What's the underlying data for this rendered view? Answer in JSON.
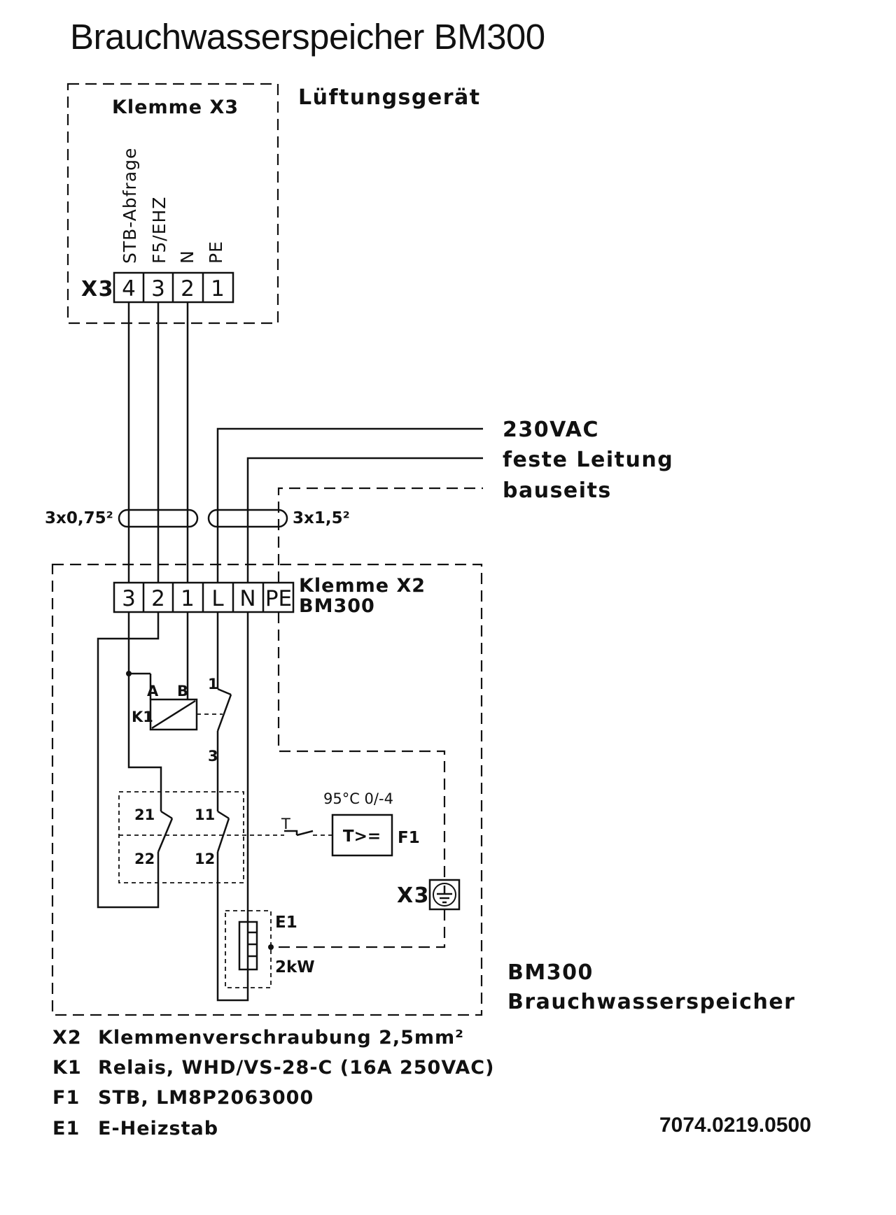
{
  "title": "Brauchwasserspeicher BM300",
  "top_unit": {
    "name": "Lüftungsgerät",
    "box_label": "Klemme X3",
    "strip_label": "X3",
    "terminals": [
      {
        "num": "4",
        "signal": "STB-Abfrage"
      },
      {
        "num": "3",
        "signal": "F5/EHZ"
      },
      {
        "num": "2",
        "signal": "N"
      },
      {
        "num": "1",
        "signal": "PE"
      }
    ]
  },
  "supply": {
    "line1": "230VAC",
    "line2": "feste Leitung",
    "line3": "bauseits"
  },
  "cables": {
    "left": "3x0,75²",
    "right": "3x1,5²"
  },
  "bottom_unit": {
    "terminal_label_1": "Klemme X2",
    "terminal_label_2": "BM300",
    "terminals": [
      "3",
      "2",
      "1",
      "L",
      "N",
      "PE"
    ],
    "name_1": "BM300",
    "name_2": "Brauchwasserspeicher"
  },
  "components": {
    "relay": {
      "name": "K1",
      "pin_a": "A",
      "pin_b": "B",
      "contact_1": "1",
      "contact_3": "3"
    },
    "stb": {
      "name": "F1",
      "setting": "95°C 0/-4",
      "symbol": "T>=",
      "t_mark": "T",
      "c21": "21",
      "c22": "22",
      "c11": "11",
      "c12": "12"
    },
    "earth": {
      "name": "X3"
    },
    "heater": {
      "name": "E1",
      "power": "2kW"
    }
  },
  "legend": [
    {
      "code": "X2",
      "text": "Klemmenverschraubung 2,5mm²"
    },
    {
      "code": "K1",
      "text": "Relais, WHD/VS-28-C (16A 250VAC)"
    },
    {
      "code": "F1",
      "text": "STB, LM8P2063000"
    },
    {
      "code": "E1",
      "text": "E-Heizstab"
    }
  ],
  "document_number": "7074.0219.0500"
}
